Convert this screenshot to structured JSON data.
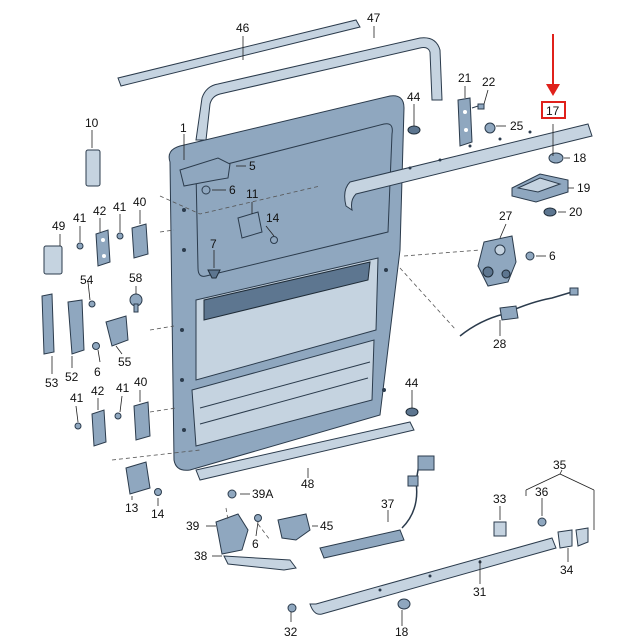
{
  "labels": {
    "l1": "1",
    "l5": "5",
    "l6a": "6",
    "l6b": "6",
    "l6c": "6",
    "l7": "7",
    "l10": "10",
    "l11": "11",
    "l13": "13",
    "l14a": "14",
    "l14b": "14",
    "l17": "17",
    "l18a": "18",
    "l18b": "18",
    "l19": "19",
    "l20": "20",
    "l21": "21",
    "l22": "22",
    "l25": "25",
    "l27": "27",
    "l28": "28",
    "l31": "31",
    "l32": "32",
    "l33": "33",
    "l34": "34",
    "l35": "35",
    "l36": "36",
    "l37": "37",
    "l38": "38",
    "l39": "39",
    "l39a": "39A",
    "l40a": "40",
    "l40b": "40",
    "l41a": "41",
    "l41b": "41",
    "l41c": "41",
    "l41d": "41",
    "l42a": "42",
    "l42b": "42",
    "l44a": "44",
    "l44b": "44",
    "l45": "45",
    "l46": "46",
    "l47": "47",
    "l48": "48",
    "l49": "49",
    "l52": "52",
    "l53": "53",
    "l54": "54",
    "l55": "55",
    "l58": "58"
  },
  "colors": {
    "highlight": "#e0211b",
    "part_fill": "#8fa7bf",
    "part_outline": "#2b3b4c"
  }
}
